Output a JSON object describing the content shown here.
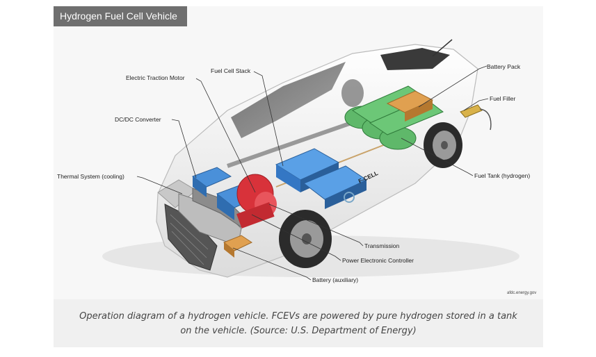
{
  "figure": {
    "title": "Hydrogen Fuel Cell Vehicle",
    "labels": {
      "electric_traction_motor": "Electric Traction Motor",
      "fuel_cell_stack": "Fuel Cell Stack",
      "battery_pack": "Battery Pack",
      "fuel_filler": "Fuel Filler",
      "dc_dc_converter": "DC/DC Converter",
      "thermal_system": "Thermal System (cooling)",
      "fuel_tank": "Fuel Tank (hydrogen)",
      "transmission": "Transmission",
      "power_electronic_controller": "Power Electronic Controller",
      "battery_auxiliary": "Battery (auxiliary)"
    },
    "car_badge": "F-CELL",
    "credit": "afdc.energy.gov",
    "caption": "Operation diagram of a hydrogen vehicle. FCEVs are powered by pure hydrogen stored in a tank on the vehicle. (Source: U.S. Department of Energy)"
  },
  "colors": {
    "title_bar": "#6f6f6f",
    "diagram_bg": "#f7f7f7",
    "caption_bg": "#f0f0f0",
    "fuel_cell_blue": "#4a90d9",
    "fuel_tank_green": "#5fb86a",
    "motor_red": "#d8323a",
    "battery_orange": "#e0a050"
  }
}
